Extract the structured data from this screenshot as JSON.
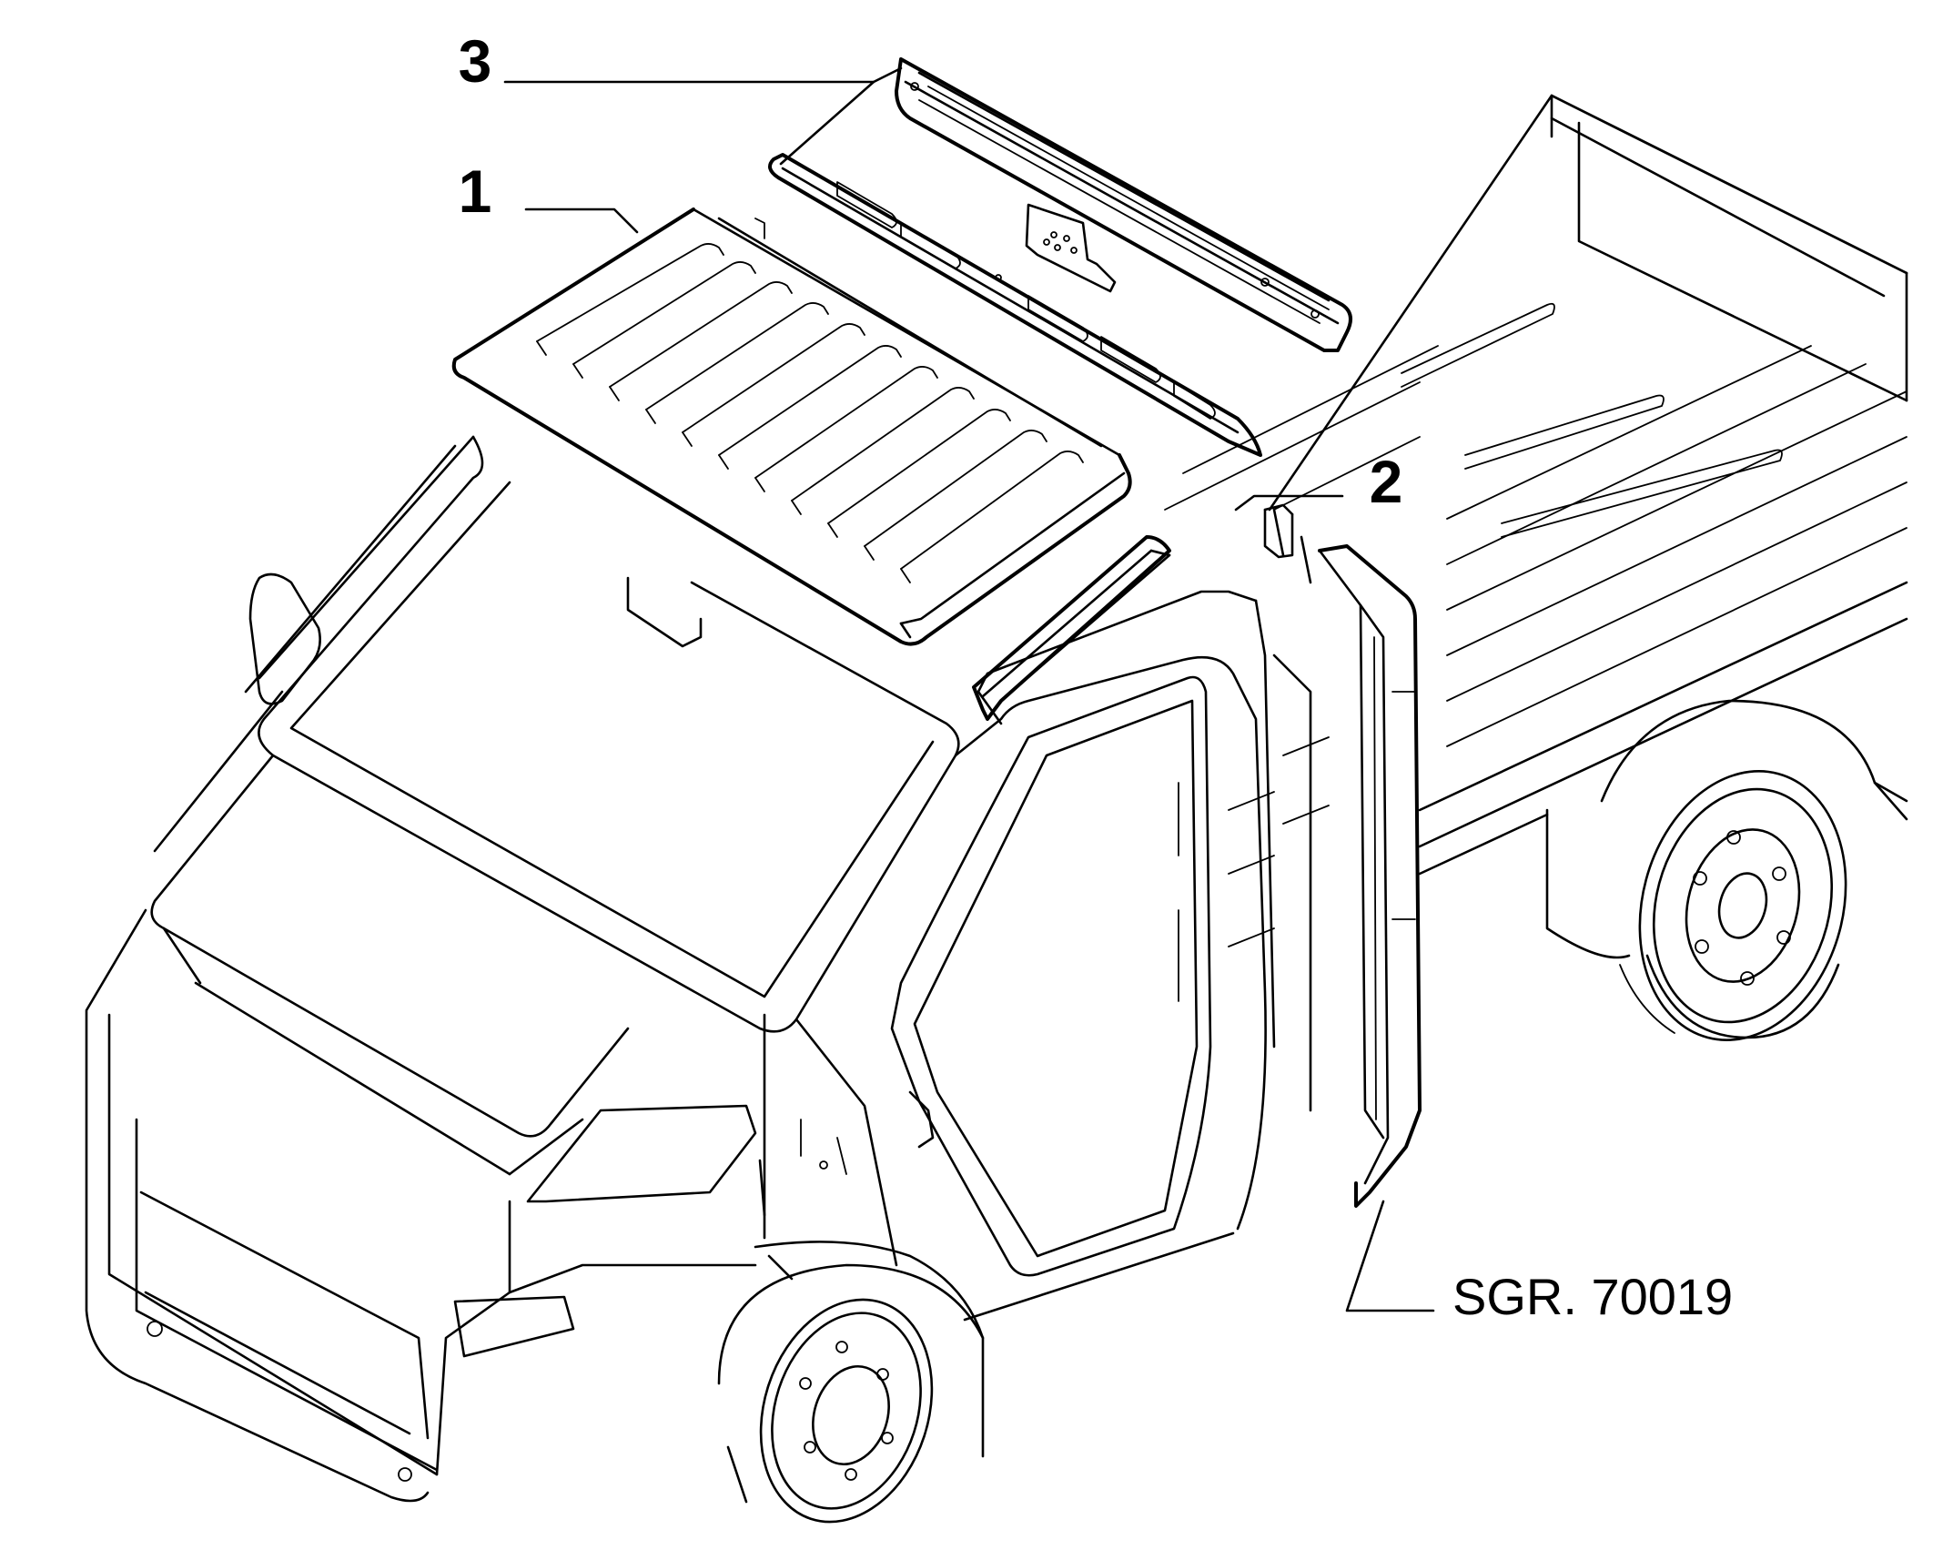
{
  "callouts": [
    {
      "id": "roof-panel",
      "label": "1"
    },
    {
      "id": "roof-side-rail",
      "label": "2"
    },
    {
      "id": "rear-roof-crossmember",
      "label": "3"
    }
  ],
  "reference": {
    "text": "SGR. 70019"
  },
  "colors": {
    "line": "#000000",
    "background": "#ffffff"
  }
}
